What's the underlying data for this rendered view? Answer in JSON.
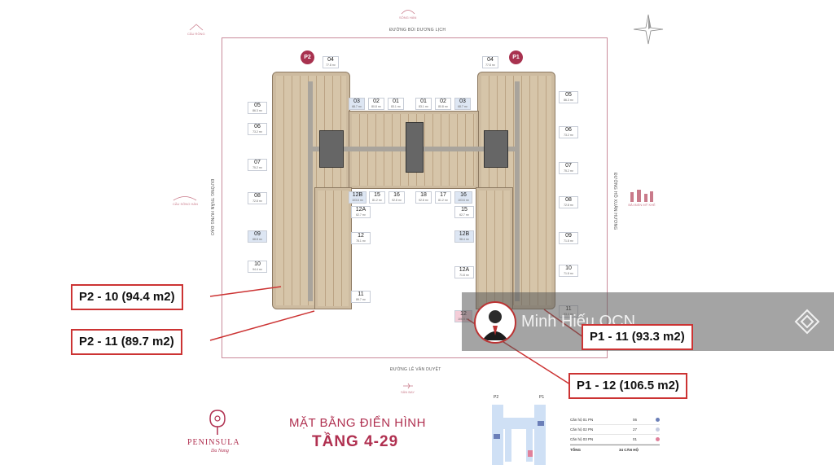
{
  "streets": {
    "north": "ĐƯỜNG BÙI DƯƠNG LỊCH",
    "south": "ĐƯỜNG LÊ VĂN DUYỆT",
    "west": "ĐƯỜNG TRẦN HƯNG ĐẠO",
    "east": "ĐƯỜNG HỒ XUÂN HƯƠNG"
  },
  "landmarks": {
    "north": "SÔNG HÀN",
    "northwest": "CẦU RỒNG",
    "west": "CẦU SÔNG HÀN",
    "east": "BÃI BIỂN MỸ KHÊ",
    "south": "SÂN BAY"
  },
  "badges": {
    "p2": "P2",
    "p1": "P1"
  },
  "units": [
    {
      "id": "p2-04",
      "num": "04",
      "area": "77.8 m²",
      "style": ""
    },
    {
      "id": "p2-05",
      "num": "05",
      "area": "86.3 m²",
      "style": ""
    },
    {
      "id": "p2-06",
      "num": "06",
      "area": "73.2 m²",
      "style": ""
    },
    {
      "id": "p2-07",
      "num": "07",
      "area": "75.2 m²",
      "style": ""
    },
    {
      "id": "p2-08",
      "num": "08",
      "area": "72.8 m²",
      "style": ""
    },
    {
      "id": "p2-09",
      "num": "09",
      "area": "68.8 m²",
      "style": "blue"
    },
    {
      "id": "p2-10",
      "num": "10",
      "area": "94.4 m²",
      "style": ""
    },
    {
      "id": "p2-11",
      "num": "11",
      "area": "89.7 m²",
      "style": ""
    },
    {
      "id": "p2-03",
      "num": "03",
      "area": "68.7 m²",
      "style": "blue"
    },
    {
      "id": "p2-02",
      "num": "02",
      "area": "80.8 m²",
      "style": ""
    },
    {
      "id": "p2-01",
      "num": "01",
      "area": "83.1 m²",
      "style": ""
    },
    {
      "id": "p2-12b",
      "num": "12B",
      "area": "103.6 m²",
      "style": "blue"
    },
    {
      "id": "p2-15",
      "num": "15",
      "area": "81.2 m²",
      "style": ""
    },
    {
      "id": "p2-16",
      "num": "16",
      "area": "92.8 m²",
      "style": ""
    },
    {
      "id": "p2-12a",
      "num": "12A",
      "area": "62.7 m²",
      "style": ""
    },
    {
      "id": "p2-12",
      "num": "12",
      "area": "78.1 m²",
      "style": ""
    },
    {
      "id": "p1-01",
      "num": "01",
      "area": "83.1 m²",
      "style": ""
    },
    {
      "id": "p1-02",
      "num": "02",
      "area": "80.8 m²",
      "style": ""
    },
    {
      "id": "p1-03",
      "num": "03",
      "area": "68.7 m²",
      "style": "blue"
    },
    {
      "id": "p1-18",
      "num": "18",
      "area": "92.8 m²",
      "style": ""
    },
    {
      "id": "p1-17",
      "num": "17",
      "area": "81.2 m²",
      "style": ""
    },
    {
      "id": "p1-16",
      "num": "16",
      "area": "103.6 m²",
      "style": "blue"
    },
    {
      "id": "p1-04",
      "num": "04",
      "area": "77.8 m²",
      "style": ""
    },
    {
      "id": "p1-05",
      "num": "05",
      "area": "86.3 m²",
      "style": ""
    },
    {
      "id": "p1-06",
      "num": "06",
      "area": "73.2 m²",
      "style": ""
    },
    {
      "id": "p1-07",
      "num": "07",
      "area": "75.2 m²",
      "style": ""
    },
    {
      "id": "p1-08",
      "num": "08",
      "area": "72.8 m²",
      "style": ""
    },
    {
      "id": "p1-09",
      "num": "09",
      "area": "71.8 m²",
      "style": ""
    },
    {
      "id": "p1-10",
      "num": "10",
      "area": "71.8 m²",
      "style": ""
    },
    {
      "id": "p1-11",
      "num": "11",
      "area": "93.3 m²",
      "style": ""
    },
    {
      "id": "p1-15",
      "num": "15",
      "area": "62.7 m²",
      "style": ""
    },
    {
      "id": "p1-12b",
      "num": "12B",
      "area": "98.4 m²",
      "style": "blue"
    },
    {
      "id": "p1-12a",
      "num": "12A",
      "area": "71.8 m²",
      "style": ""
    },
    {
      "id": "p1-12",
      "num": "12",
      "area": "106.5 m²",
      "style": "pink"
    }
  ],
  "callouts": {
    "p2_10": "P2 - 10 (94.4 m2)",
    "p2_11": "P2 - 11 (89.7 m2)",
    "p1_11": "P1 - 11 (93.3 m2)",
    "p1_12": "P1 - 12 (106.5 m2)"
  },
  "watermark": {
    "text": "Minh Hiếu OCN"
  },
  "title": {
    "line1": "MẶT BẰNG ĐIỂN HÌNH",
    "line2": "TẦNG 4-29"
  },
  "brand": {
    "name": "PENINSULA",
    "sub": "Da Nang"
  },
  "legend": {
    "mini_labels": {
      "p2": "P2",
      "p1": "P1"
    },
    "rows": [
      {
        "label": "Căn hộ 01 PN",
        "count": "06",
        "color": "#6b7fb8"
      },
      {
        "label": "Căn hộ 02 PN",
        "count": "27",
        "color": "#c5cbe0"
      },
      {
        "label": "Căn hộ 03 PN",
        "count": "01",
        "color": "#e0819b"
      }
    ],
    "total_label": "TỔNG",
    "total_count": "34 CĂN HỘ"
  },
  "colors": {
    "accent": "#b03050",
    "callout_border": "#cc3333",
    "unit_blue": "#dde6f3",
    "unit_pink": "#f4cdd8"
  }
}
